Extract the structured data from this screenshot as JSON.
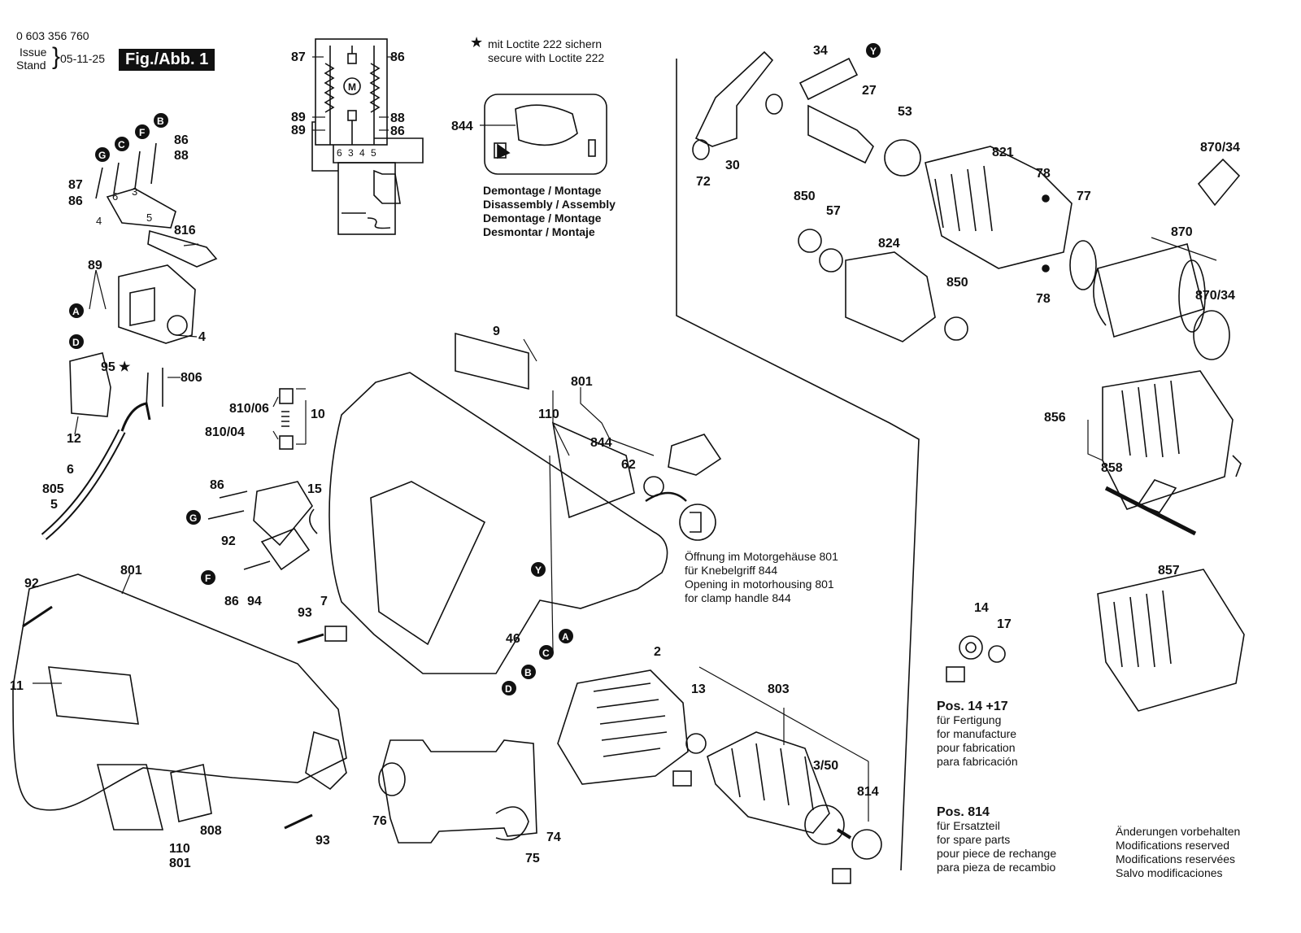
{
  "header": {
    "part_number": "0 603 356 760",
    "issue_label": "Issue",
    "stand_label": "Stand",
    "date": "05-11-25",
    "figure_label": "Fig./Abb. 1"
  },
  "loctite_note": {
    "line1": "mit Loctite 222 sichern",
    "line2": "secure with Loctite 222"
  },
  "assembly_note": {
    "lines": [
      "Demontage / Montage",
      "Disassembly / Assembly",
      "Demontage / Montage",
      "Desmontar / Montaje"
    ]
  },
  "opening_note": {
    "lines": [
      "Öffnung im Motorgehäuse 801",
      "für Knebelgriff 844",
      "Opening in motorhousing 801",
      "for clamp handle 844"
    ]
  },
  "pos14_note": {
    "title": "Pos. 14 +17",
    "lines": [
      "für Fertigung",
      "for manufacture",
      "pour fabrication",
      "para fabricación"
    ]
  },
  "pos814_note": {
    "title": "Pos. 814",
    "lines": [
      "für Ersatzteil",
      "for spare parts",
      "pour piece de rechange",
      "para pieza de recambio"
    ]
  },
  "modifications_note": {
    "lines": [
      "Änderungen vorbehalten",
      "Modifications reserved",
      "Modifications reservées",
      "Salvo modificaciones"
    ]
  },
  "wiring_labels": {
    "motor": "M",
    "terminals": [
      "6",
      "3",
      "4",
      "5"
    ]
  },
  "part_labels": {
    "p87a": "87",
    "p86a": "86",
    "p89a": "89",
    "p89b": "89",
    "p88a": "88",
    "p86b": "86",
    "p844a": "844",
    "p86c": "86",
    "p88b": "88",
    "p87b": "87",
    "p86d": "86",
    "p6a": "6",
    "p3a": "3",
    "p4a": "4",
    "p5a": "5",
    "p816": "816",
    "p89c": "89",
    "p4b": "4",
    "p95": "95",
    "p806": "806",
    "p12": "12",
    "p6b": "6",
    "p805": "805",
    "p5b": "5",
    "p810_06": "810/06",
    "p810_04": "810/04",
    "p10": "10",
    "p86e": "86",
    "p15": "15",
    "p92a": "92",
    "p86f": "86",
    "p94": "94",
    "p93a": "93",
    "p7": "7",
    "p9": "9",
    "p801a": "801",
    "p110a": "110",
    "p844b": "844",
    "p62": "62",
    "p46": "46",
    "p92b": "92",
    "p801b": "801",
    "p11": "11",
    "p808": "808",
    "p110b": "110",
    "p801c": "801",
    "p93b": "93",
    "p76": "76",
    "p74": "74",
    "p75": "75",
    "p2": "2",
    "p13": "13",
    "p803": "803",
    "p3_50": "3/50",
    "p814": "814",
    "p14": "14",
    "p17": "17",
    "p34": "34",
    "p27": "27",
    "p53": "53",
    "p72": "72",
    "p30": "30",
    "p821": "821",
    "p78a": "78",
    "p78b": "78",
    "p850a": "850",
    "p57": "57",
    "p824": "824",
    "p850b": "850",
    "p77": "77",
    "p870_34a": "870/34",
    "p870": "870",
    "p870_34b": "870/34",
    "p856": "856",
    "p858": "858",
    "p857": "857"
  },
  "callouts": {
    "A": "A",
    "B": "B",
    "C": "C",
    "D": "D",
    "F": "F",
    "G": "G",
    "Y": "Y"
  }
}
